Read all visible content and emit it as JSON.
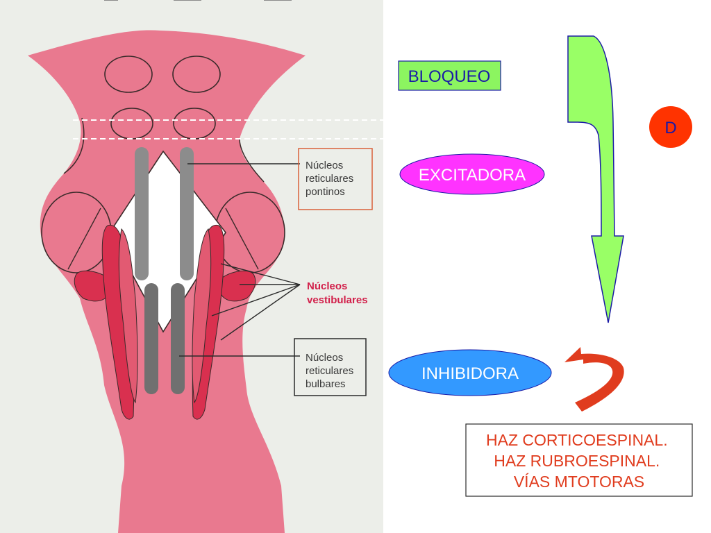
{
  "left_panel": {
    "labels": {
      "pontinos": [
        "Núcleos",
        "reticulares",
        "pontinos"
      ],
      "vestibulares": [
        "Núcleos",
        "vestibulares"
      ],
      "bulbares": [
        "Núcleos",
        "reticulares",
        "bulbares"
      ]
    },
    "colors": {
      "background": "#eceee9",
      "tissue": "#e9798f",
      "tissue_outline": "#3a2a2a",
      "nucleus_gray": "#8c8c8c",
      "vestibular_red": "#d9304f",
      "vestibular_label": "#d21f4a"
    }
  },
  "right_panel": {
    "bloqueo": {
      "text": "BLOQUEO",
      "fill": "#8cf560",
      "color": "#1a1aa6"
    },
    "excitadora": {
      "text": "EXCITADORA",
      "fill": "#ff33ff",
      "color": "#ffffff"
    },
    "inhibidora": {
      "text": "INHIBIDORA",
      "fill": "#3399ff",
      "color": "#ffffff"
    },
    "d_badge": {
      "text": "D",
      "fill": "#ff3300",
      "color": "#1a1aa6"
    },
    "haz_box": {
      "lines": [
        "HAZ CORTICOESPINAL.",
        "HAZ RUBROESPINAL.",
        "VÍAS MTOTORAS"
      ],
      "color": "#e03c1e"
    },
    "big_arrow": {
      "fill": "#99ff66",
      "stroke": "#1a1aa6",
      "icon": "down-arrow-icon"
    },
    "curved_arrow": {
      "fill": "#e03c1e",
      "icon": "curved-return-arrow-icon"
    }
  }
}
